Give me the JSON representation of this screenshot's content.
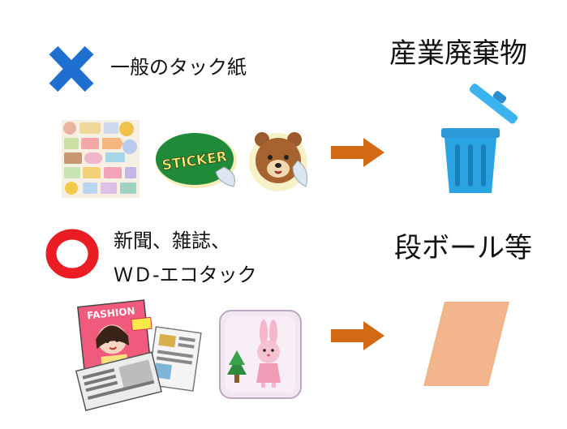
{
  "top_rule": {
    "mark": "cross-mark-icon",
    "mark_color": "#1f6fd1",
    "label": "一般のタック紙",
    "examples": [
      "sticker-sheet-illustration",
      "sticker-oval-illustration",
      "bear-sticker-illustration"
    ],
    "sticker_text": "STICKER",
    "destination": "産業廃棄物",
    "destination_icon": "trash-can-icon",
    "arrow_color": "#d16a12",
    "bin_color": "#2aa3e3"
  },
  "bottom_rule": {
    "mark": "circle-mark-icon",
    "mark_color": "#ea1c24",
    "label_line1": "新聞、雑誌、",
    "label_line2": "ＷＤ-エコタック",
    "examples": [
      "magazine-newspaper-illustration",
      "rabbit-sticker-illustration"
    ],
    "magazine_text": "FASHION",
    "destination": "段ボール等",
    "destination_icon": "cardboard-icon",
    "arrow_color": "#d16a12",
    "cardboard_color": "#f2b48a"
  }
}
